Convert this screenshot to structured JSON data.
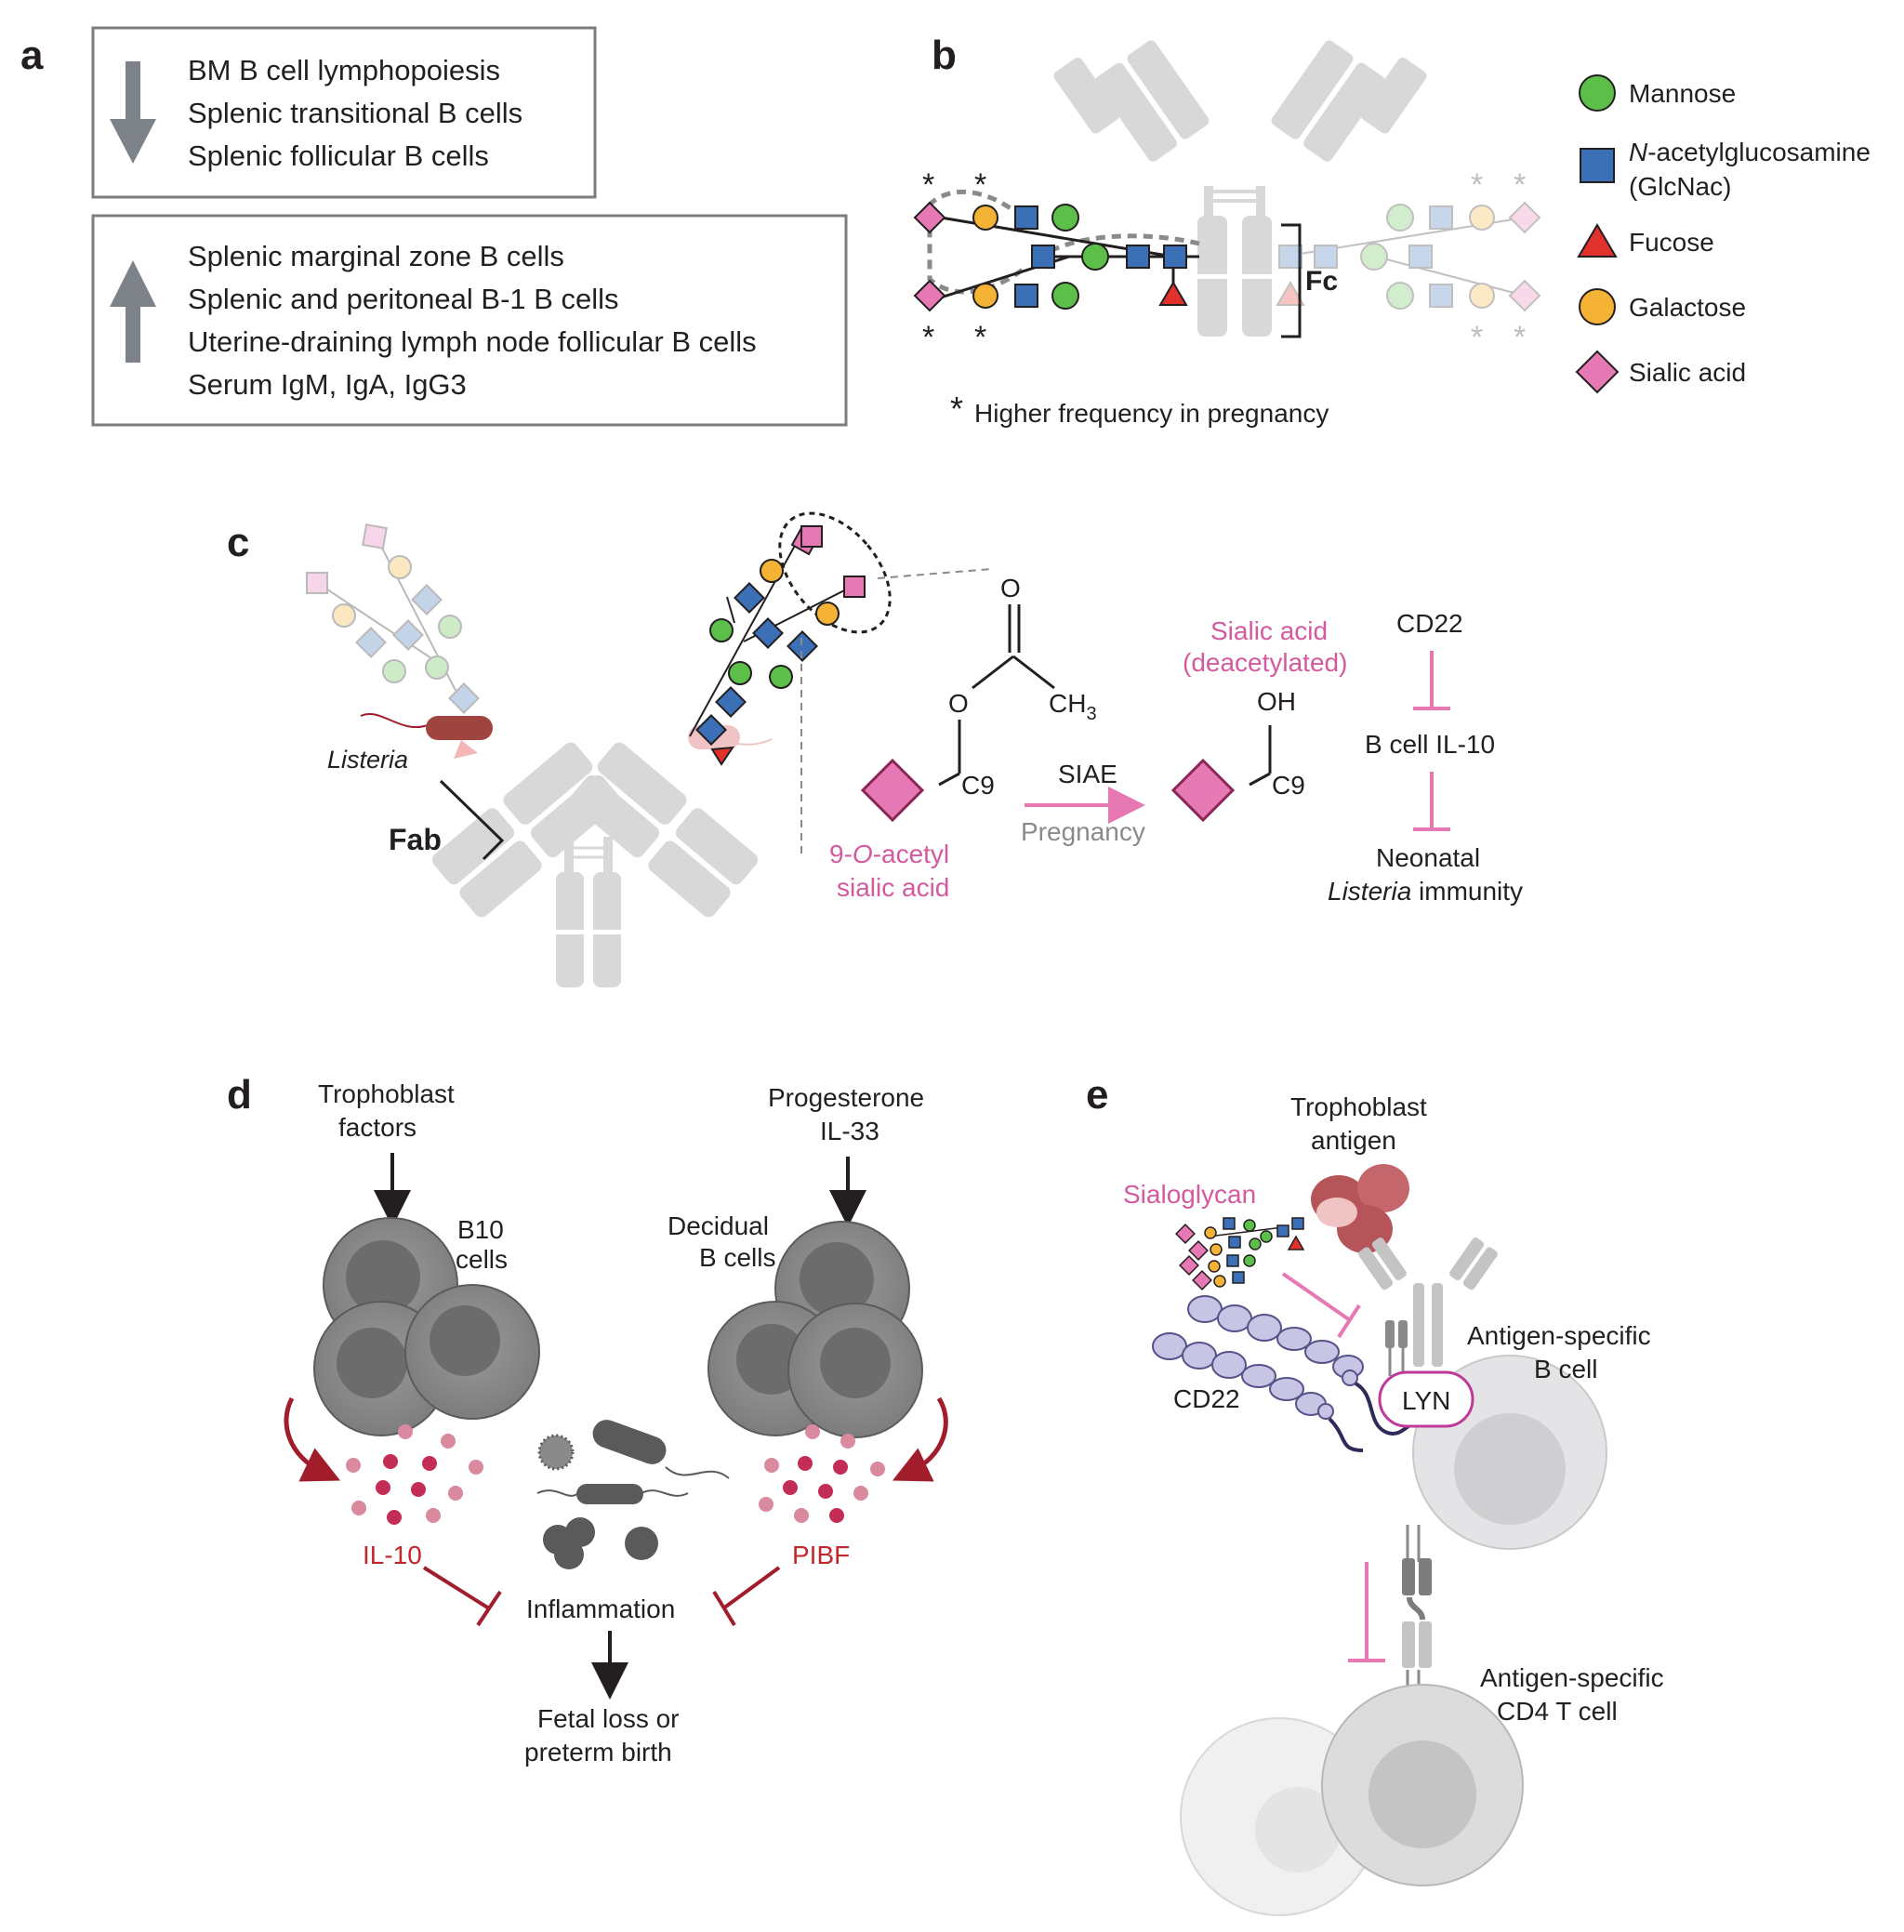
{
  "colors": {
    "mannose": "#5cbf4a",
    "glcnac": "#3b6fb6",
    "fucose": "#e0312d",
    "galactose": "#f5b335",
    "sialic_acid": "#e678b4",
    "pink_text": "#d45aa0",
    "dark_red": "#a11d2b",
    "antibody_grey": "#d4d4d4"
  },
  "panel_a": {
    "letter": "a",
    "decreased_label": "",
    "decreased": [
      "BM B cell lymphopoiesis",
      "Splenic transitional B cells",
      "Splenic follicular B cells"
    ],
    "increased": [
      "Splenic marginal zone B cells",
      "Splenic and peritoneal B-1 B cells",
      "Uterine-draining lymph node follicular B cells",
      "Serum IgM, IgA, IgG3"
    ]
  },
  "panel_b": {
    "letter": "b",
    "fc_label": "Fc",
    "asterisk": "*",
    "footnote": "Higher frequency in pregnancy",
    "legend": {
      "mannose": "Mannose",
      "glcnac_italic": "N",
      "glcnac_rest": "-acetylglucosamine",
      "glcnac_abbr": "(GlcNac)",
      "fucose": "Fucose",
      "galactose": "Galactose",
      "sialic_acid": "Sialic acid"
    }
  },
  "panel_c": {
    "letter": "c",
    "listeria": "Listeria",
    "fab": "Fab",
    "o_top": "O",
    "o_ring": "O",
    "ch3": "CH",
    "ch3_sub": "3",
    "c9_left": "C9",
    "c9_right": "C9",
    "oh": "OH",
    "acetyl_line1_prefix": "9-",
    "acetyl_line1_italic": "O",
    "acetyl_line1_suffix": "-acetyl",
    "acetyl_line2": "sialic acid",
    "siae": "SIAE",
    "pregnancy": "Pregnancy",
    "deacetylated_line1": "Sialic acid",
    "deacetylated_line2": "(deacetylated)",
    "cd22": "CD22",
    "b_cell_il10": "B cell IL-10",
    "neonatal": "Neonatal",
    "listeria_immunity_italic": "Listeria",
    "listeria_immunity_rest": " immunity"
  },
  "panel_d": {
    "letter": "d",
    "trophoblast_factors": [
      "Trophoblast",
      "factors"
    ],
    "progesterone": [
      "Progesterone",
      "IL-33"
    ],
    "b10_cells": [
      "B10",
      "cells"
    ],
    "decidual_b_cells": [
      "Decidual",
      "B cells"
    ],
    "il10": "IL-10",
    "pibf": "PIBF",
    "inflammation": "Inflammation",
    "outcome": [
      "Fetal loss or",
      "preterm birth"
    ]
  },
  "panel_e": {
    "letter": "e",
    "trophoblast_antigen": [
      "Trophoblast",
      "antigen"
    ],
    "sialoglycan": "Sialoglycan",
    "cd22": "CD22",
    "lyn": "LYN",
    "b_cell": [
      "Antigen-specific",
      "B cell"
    ],
    "t_cell": [
      "Antigen-specific",
      "CD4 T cell"
    ]
  }
}
